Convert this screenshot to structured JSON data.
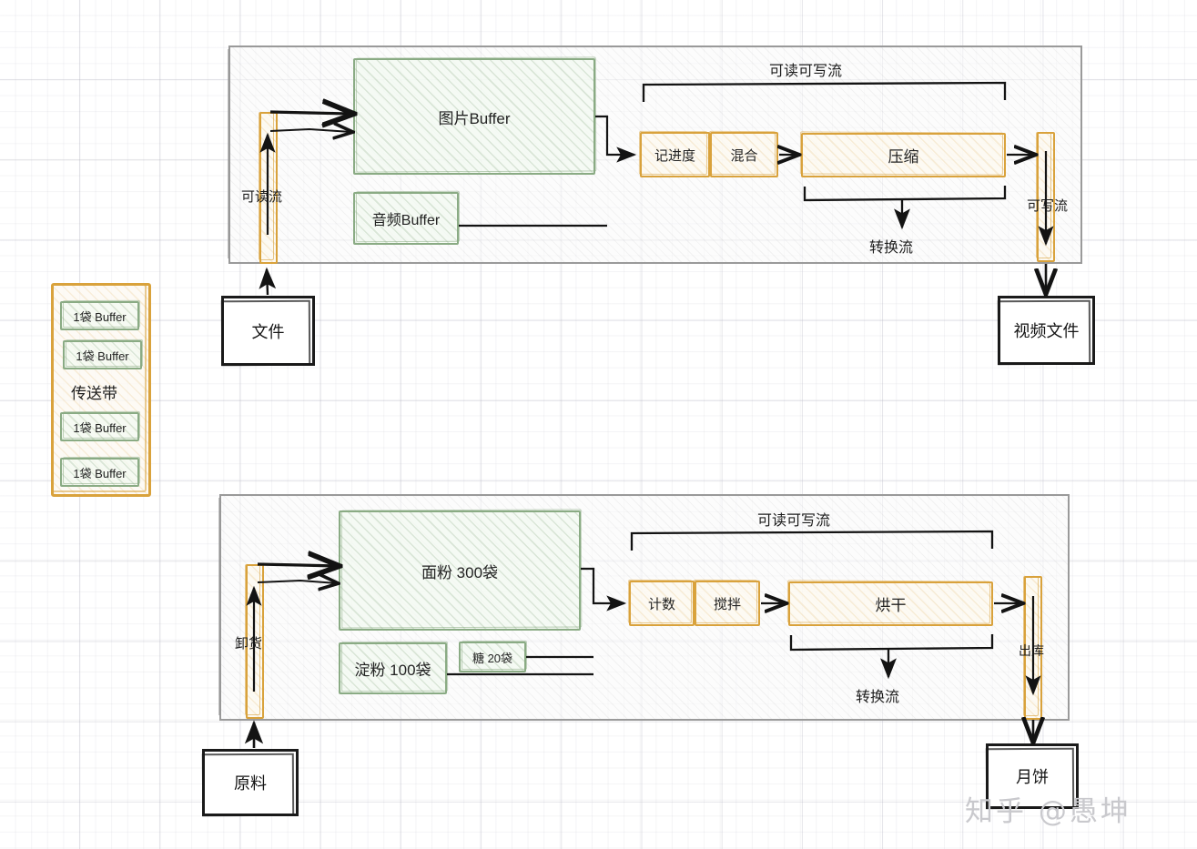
{
  "diagram": {
    "title_note": "Node.js stream analogy diagram (streams vs. factory conveyor)",
    "watermark": "知乎 @愚坤"
  },
  "conveyor": {
    "center_label": "传送带",
    "items": [
      {
        "label": "1袋  Buffer"
      },
      {
        "label": "1袋  Buffer"
      },
      {
        "label": "1袋  Buffer"
      },
      {
        "label": "1袋  Buffer"
      }
    ]
  },
  "top_diagram": {
    "source_box": "文件",
    "readable_stream_label": "可读流",
    "buffers": [
      {
        "label": "图片Buffer"
      },
      {
        "label": "音频Buffer"
      }
    ],
    "transforms": [
      {
        "label": "记进度"
      },
      {
        "label": "混合"
      },
      {
        "label": "压缩"
      }
    ],
    "duplex_label": "可读可写流",
    "transform_label": "转换流",
    "writable_stream_label": "可写流",
    "sink_box": "视频文件"
  },
  "bottom_diagram": {
    "source_box": "原料",
    "readable_stream_label": "卸货",
    "buffers": [
      {
        "label": "面粉 300袋"
      },
      {
        "label": "淀粉 100袋"
      },
      {
        "label": "糖 20袋"
      }
    ],
    "transforms": [
      {
        "label": "计数"
      },
      {
        "label": "搅拌"
      },
      {
        "label": "烘干"
      }
    ],
    "duplex_label": "可读可写流",
    "transform_label": "转换流",
    "writable_stream_label": "出库",
    "sink_box": "月饼"
  },
  "colors": {
    "green_stroke": "#8aab84",
    "orange_stroke": "#d9a23c",
    "container_stroke": "#9a9a9a",
    "ink": "#1b1b1b",
    "watermark": "#c9c9cd"
  }
}
